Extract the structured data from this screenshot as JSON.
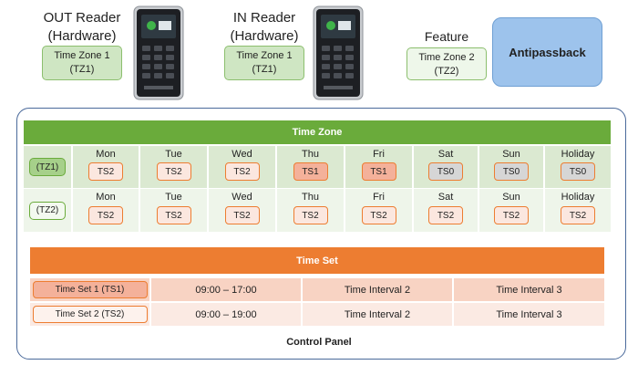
{
  "header": {
    "out_reader": {
      "line1": "OUT Reader",
      "line2": "(Hardware)",
      "tz_line1": "Time Zone 1",
      "tz_line2": "(TZ1)"
    },
    "in_reader": {
      "line1": "IN Reader",
      "line2": "(Hardware)",
      "tz_line1": "Time Zone 1",
      "tz_line2": "(TZ1)"
    },
    "feature": {
      "label": "Feature",
      "tz_line1": "Time Zone 2",
      "tz_line2": "(TZ2)"
    },
    "antipassback": "Antipassback"
  },
  "time_zone": {
    "title": "Time Zone",
    "days": [
      "Mon",
      "Tue",
      "Wed",
      "Thu",
      "Fri",
      "Sat",
      "Sun",
      "Holiday"
    ],
    "rows": [
      {
        "label": "(TZ1)",
        "values": [
          "TS2",
          "TS2",
          "TS2",
          "TS1",
          "TS1",
          "TS0",
          "TS0",
          "TS0"
        ]
      },
      {
        "label": "(TZ2)",
        "values": [
          "TS2",
          "TS2",
          "TS2",
          "TS2",
          "TS2",
          "TS2",
          "TS2",
          "TS2"
        ]
      }
    ]
  },
  "time_set": {
    "title": "Time Set",
    "rows": [
      {
        "label": "Time Set 1 (TS1)",
        "interval1": "09:00 – 17:00",
        "interval2": "Time Interval 2",
        "interval3": "Time Interval 3"
      },
      {
        "label": "Time Set 2 (TS2)",
        "interval1": "09:00 – 19:00",
        "interval2": "Time Interval 2",
        "interval3": "Time Interval 3"
      }
    ]
  },
  "panel_label": "Control Panel",
  "colors": {
    "green": "#6aab3b",
    "orange": "#ed7d31",
    "blue_border": "#4b6a9b",
    "ts1": "#f4b19a",
    "ts0": "#d6d6d6",
    "ts2": "#fbe7df"
  }
}
